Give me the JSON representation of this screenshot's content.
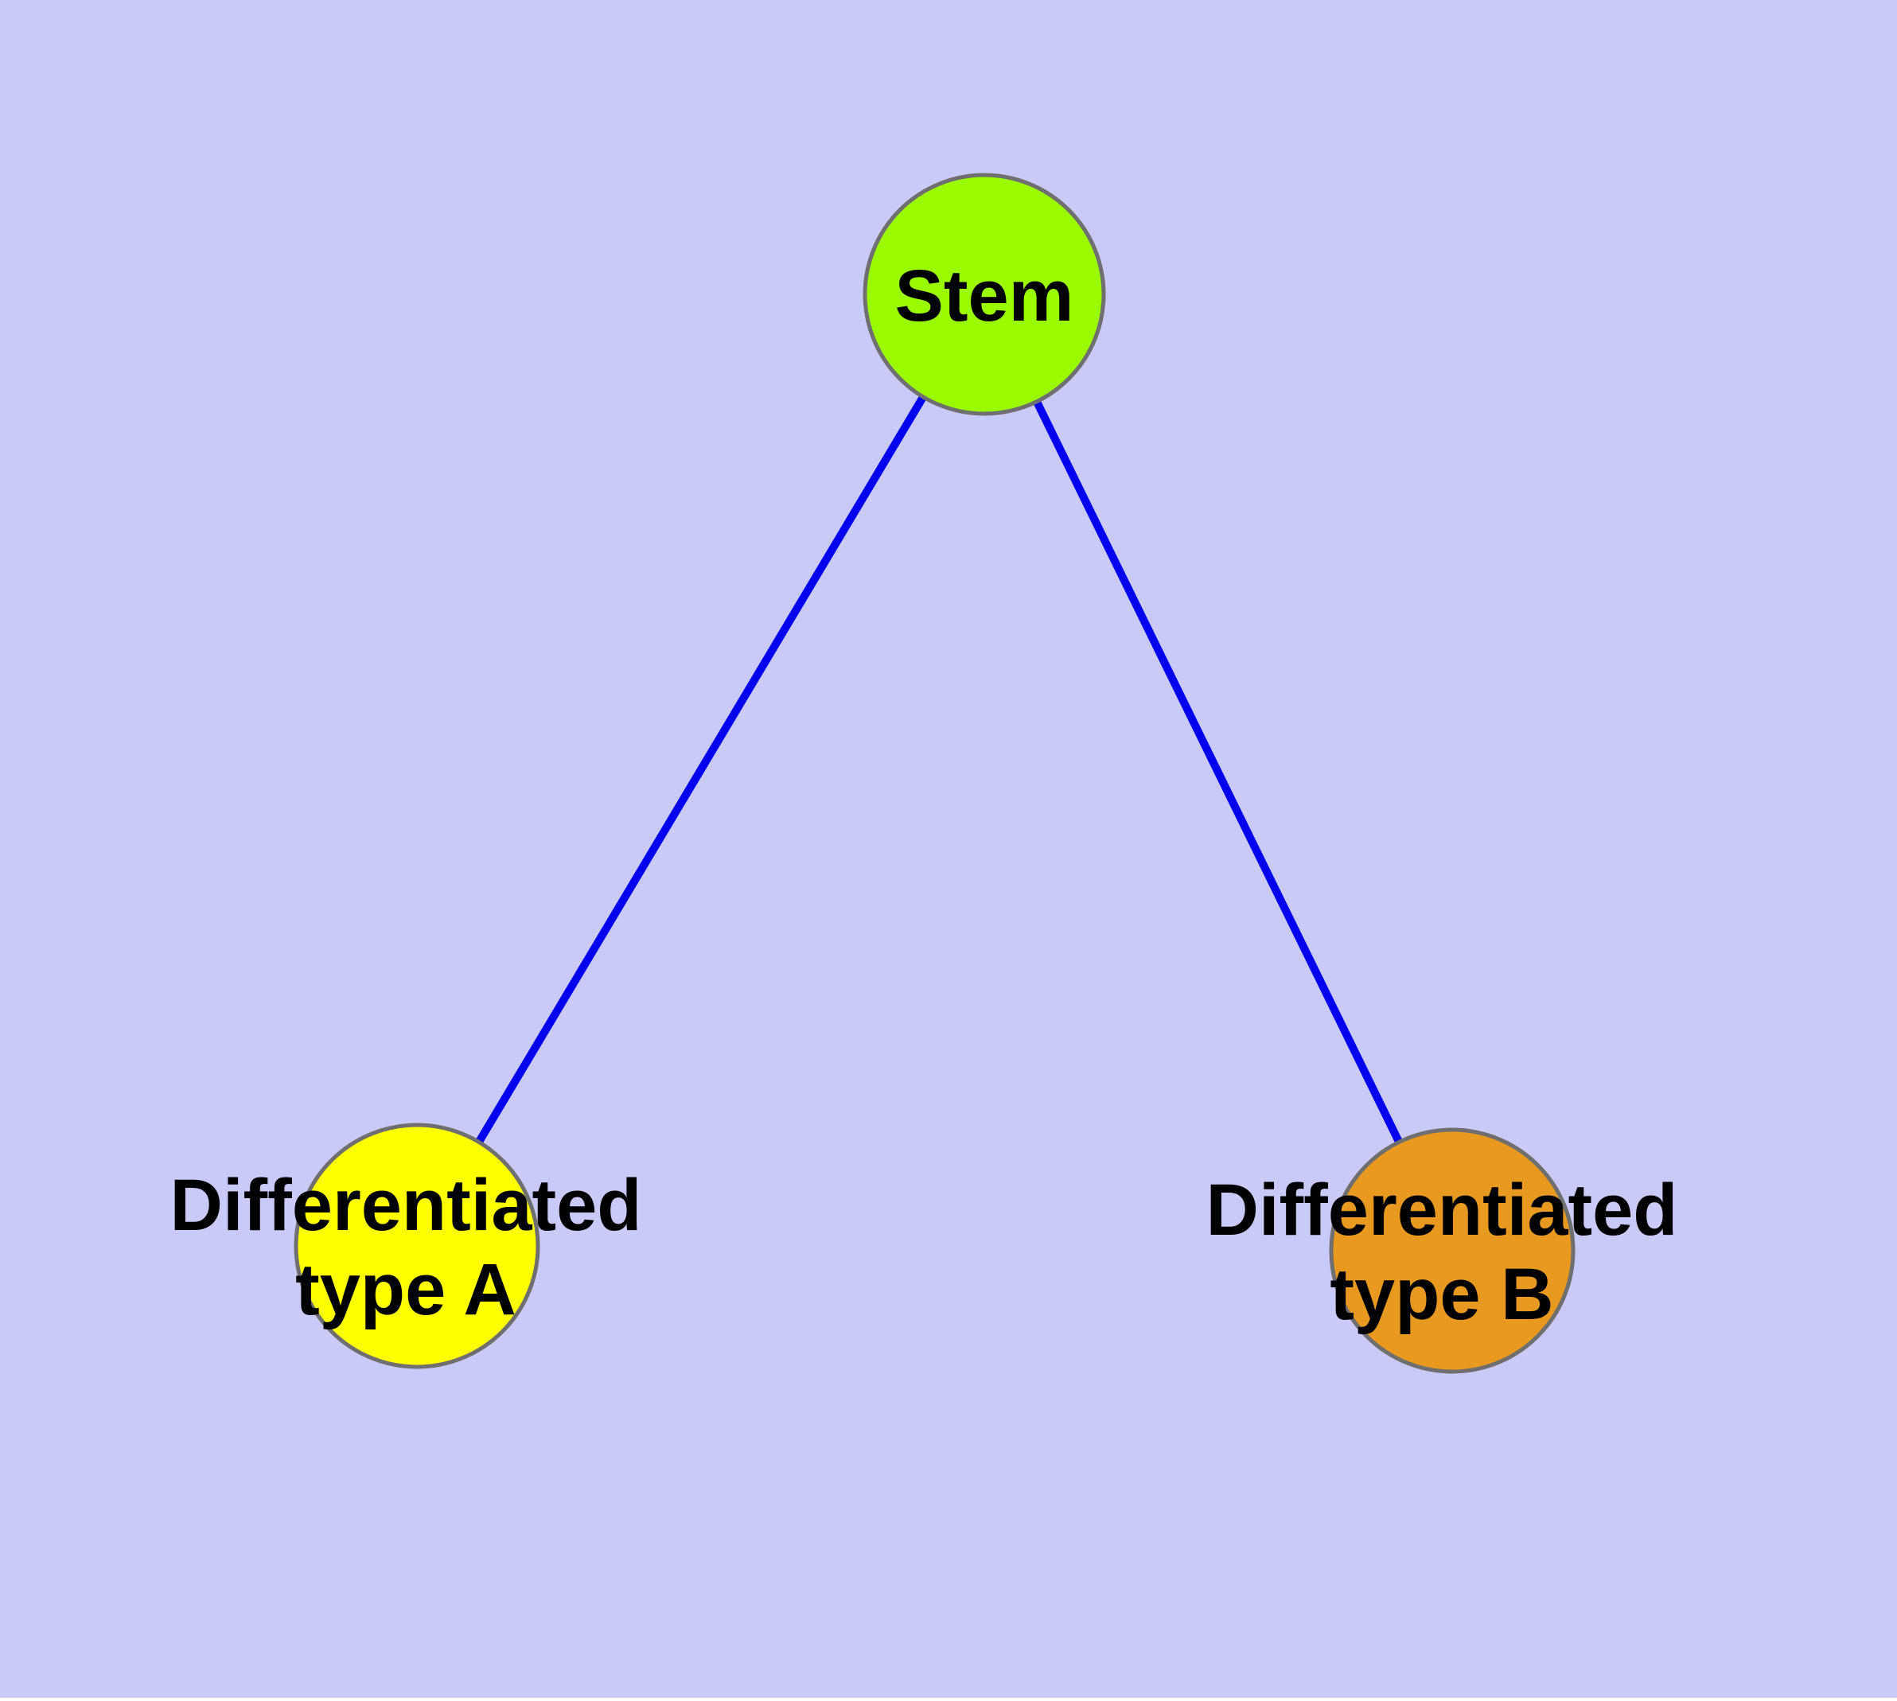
{
  "diagram": {
    "background_color": "#CACAF8",
    "edge_color": "#0000EE",
    "node_border_color": "#6F6F6F",
    "label_color": "#000000",
    "nodes": {
      "stem": {
        "label": "Stem",
        "color": "#9AFB00"
      },
      "type_a": {
        "label_line1": "Differentiated",
        "label_line2": "type A",
        "color": "#FFFF00"
      },
      "type_b": {
        "label_line1": "Differentiated",
        "label_line2": "type B",
        "color": "#E79A1F"
      }
    },
    "edges": [
      {
        "from": "Stem",
        "to": "Differentiated type A"
      },
      {
        "from": "Stem",
        "to": "Differentiated type B"
      }
    ]
  }
}
